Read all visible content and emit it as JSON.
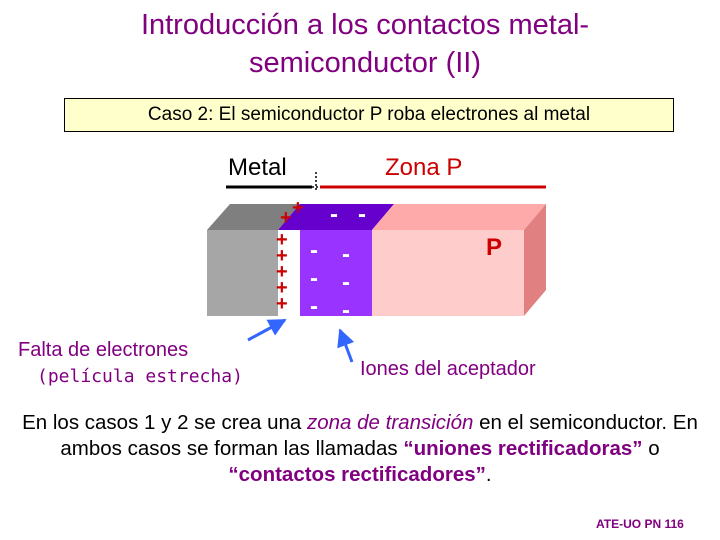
{
  "title": {
    "line1": "Introducción a los contactos metal-",
    "line2": "semiconductor (II)"
  },
  "case_box": "Caso 2: El semiconductor P roba electrones al metal",
  "diagram": {
    "metal_label": "Metal",
    "zone_label": "Zona P",
    "p_label": "P",
    "plus_sign": "+",
    "minus_sign": "-",
    "missing_electrons_label": "Falta de electrones",
    "thin_film_label": "(película estrecha)",
    "acceptor_ions_label": "Iones del aceptador",
    "colors": {
      "metal_front": "#a6a6a6",
      "metal_top": "#7f7f7f",
      "depletion_front": "#9933ff",
      "depletion_top": "#6600cc",
      "p_front": "#ffcccc",
      "p_top": "#ffaaaa",
      "p_side": "#e08080",
      "plus": "#cc0000",
      "arrow": "#3366ff",
      "title": "#800080",
      "zone": "#cc0000"
    }
  },
  "paragraph": {
    "part1": "En los casos 1 y 2 se crea una ",
    "part2": "zona de transición",
    "part3": " en el semiconductor. En ambos casos se forman las llamadas ",
    "part4": "“uniones rectificadoras”",
    "part5": " o ",
    "part6": "“contactos rectificadores”",
    "part7": "."
  },
  "footer": "ATE-UO PN 116"
}
